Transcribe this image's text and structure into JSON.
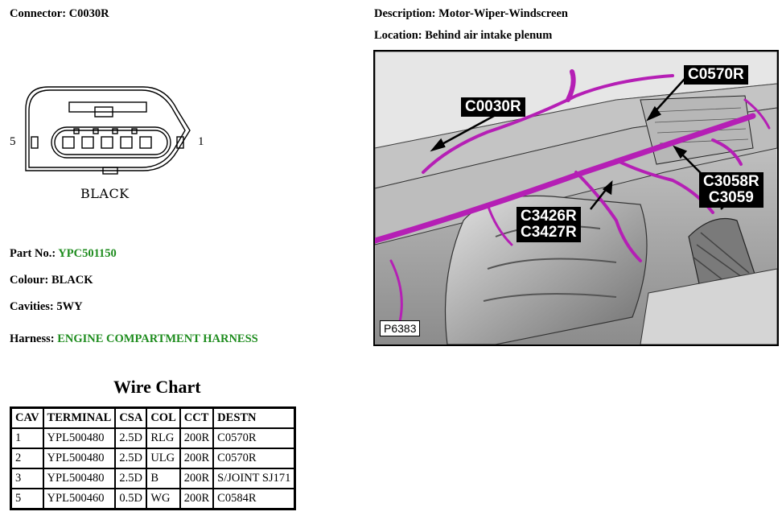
{
  "connector": {
    "label": "Connector:",
    "value": "C0030R"
  },
  "description": {
    "label": "Description:",
    "value": "Motor-Wiper-Windscreen"
  },
  "location": {
    "label": "Location:",
    "value": "Behind air intake plenum"
  },
  "diagram": {
    "left_pin": "5",
    "right_pin": "1",
    "caption": "BLACK"
  },
  "part_no": {
    "label": "Part No.:",
    "value": "YPC501150"
  },
  "colour": {
    "label": "Colour:",
    "value": "BLACK"
  },
  "cavities": {
    "label": "Cavities:",
    "value": "5WY"
  },
  "harness": {
    "label": "Harness:",
    "value": "ENGINE COMPARTMENT HARNESS"
  },
  "wire_chart": {
    "title": "Wire Chart",
    "headers": [
      "CAV",
      "TERMINAL",
      "CSA",
      "COL",
      "CCT",
      "DESTN"
    ],
    "rows": [
      [
        "1",
        "YPL500480",
        "2.5D",
        "RLG",
        "200R",
        "C0570R"
      ],
      [
        "2",
        "YPL500480",
        "2.5D",
        "ULG",
        "200R",
        "C0570R"
      ],
      [
        "3",
        "YPL500480",
        "2.5D",
        "B",
        "200R",
        "S/JOINT SJ171"
      ],
      [
        "5",
        "YPL500460",
        "0.5D",
        "WG",
        "200R",
        "C0584R"
      ]
    ]
  },
  "photo": {
    "callouts": {
      "c0570r": "C0570R",
      "c0030r": "C0030R",
      "c3058r_a": "C3058R",
      "c3058r_b": "C3059",
      "c3426r_a": "C3426R",
      "c3426r_b": "C3427R"
    },
    "ref": "P6383"
  },
  "colors": {
    "harness_magenta": "#b51fb5",
    "value_green": "#1e8c1e"
  }
}
